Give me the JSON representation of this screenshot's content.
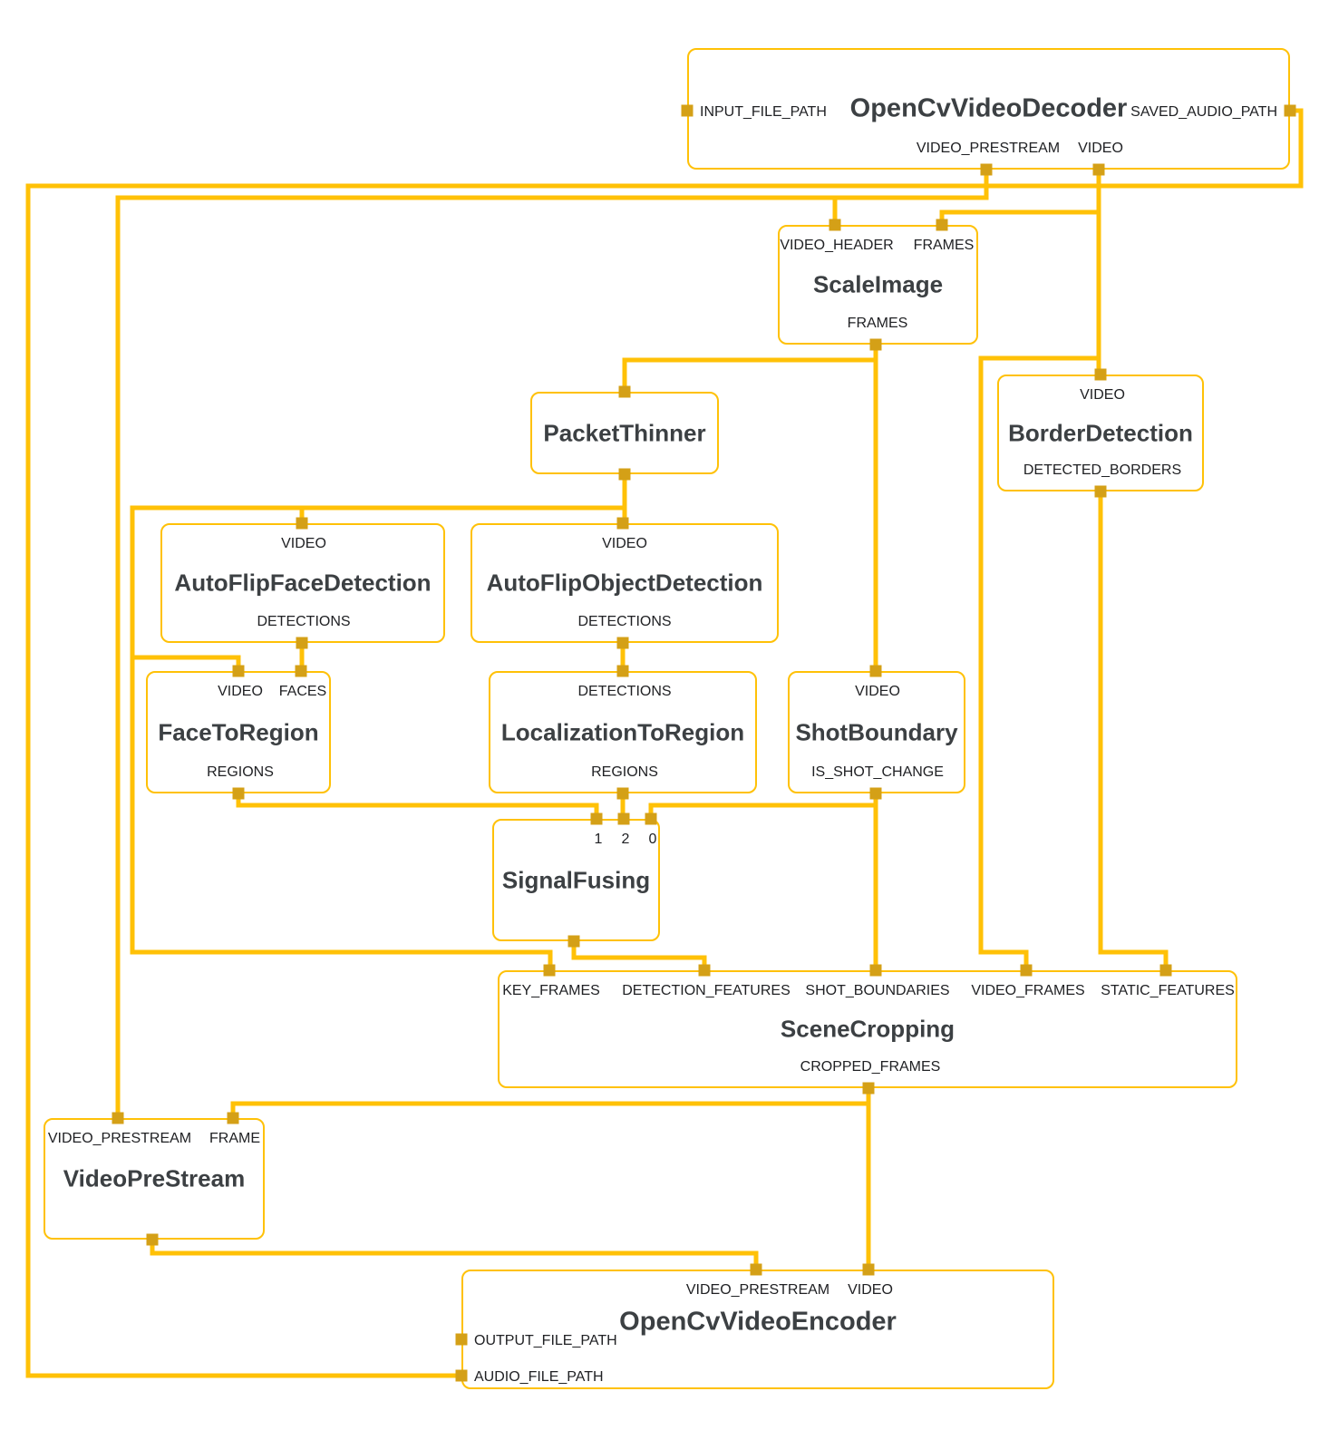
{
  "colors": {
    "wire": "#FFC107",
    "port": "#D4A017",
    "node_border": "#FFC107",
    "node_background": "#FFFFFF",
    "title_text": "#3C4043",
    "label_text": "#202124",
    "background": "#FFFFFF"
  },
  "nodes": [
    {
      "id": "opencv-video-decoder",
      "title": "OpenCvVideoDecoder",
      "ports": [
        {
          "label": "INPUT_FILE_PATH",
          "side": "left"
        },
        {
          "label": "SAVED_AUDIO_PATH",
          "side": "right"
        },
        {
          "label": "VIDEO_PRESTREAM",
          "side": "bottom"
        },
        {
          "label": "VIDEO",
          "side": "bottom"
        }
      ]
    },
    {
      "id": "scale-image",
      "title": "ScaleImage",
      "ports": [
        {
          "label": "VIDEO_HEADER",
          "side": "top"
        },
        {
          "label": "FRAMES",
          "side": "top"
        },
        {
          "label": "FRAMES",
          "side": "bottom"
        }
      ]
    },
    {
      "id": "packet-thinner",
      "title": "PacketThinner",
      "ports": [
        {
          "label": "",
          "side": "top"
        },
        {
          "label": "",
          "side": "bottom"
        }
      ]
    },
    {
      "id": "border-detection",
      "title": "BorderDetection",
      "ports": [
        {
          "label": "VIDEO",
          "side": "top"
        },
        {
          "label": "DETECTED_BORDERS",
          "side": "bottom"
        }
      ]
    },
    {
      "id": "autoflip-face-detection",
      "title": "AutoFlipFaceDetection",
      "ports": [
        {
          "label": "VIDEO",
          "side": "top"
        },
        {
          "label": "DETECTIONS",
          "side": "bottom"
        }
      ]
    },
    {
      "id": "autoflip-object-detection",
      "title": "AutoFlipObjectDetection",
      "ports": [
        {
          "label": "VIDEO",
          "side": "top"
        },
        {
          "label": "DETECTIONS",
          "side": "bottom"
        }
      ]
    },
    {
      "id": "face-to-region",
      "title": "FaceToRegion",
      "ports": [
        {
          "label": "VIDEO",
          "side": "top"
        },
        {
          "label": "FACES",
          "side": "top"
        },
        {
          "label": "REGIONS",
          "side": "bottom"
        }
      ]
    },
    {
      "id": "localization-to-region",
      "title": "LocalizationToRegion",
      "ports": [
        {
          "label": "DETECTIONS",
          "side": "top"
        },
        {
          "label": "REGIONS",
          "side": "bottom"
        }
      ]
    },
    {
      "id": "shot-boundary",
      "title": "ShotBoundary",
      "ports": [
        {
          "label": "VIDEO",
          "side": "top"
        },
        {
          "label": "IS_SHOT_CHANGE",
          "side": "bottom"
        }
      ]
    },
    {
      "id": "signal-fusing",
      "title": "SignalFusing",
      "ports": [
        {
          "label": "1",
          "side": "top"
        },
        {
          "label": "2",
          "side": "top"
        },
        {
          "label": "0",
          "side": "top"
        },
        {
          "label": "",
          "side": "bottom"
        }
      ]
    },
    {
      "id": "scene-cropping",
      "title": "SceneCropping",
      "ports": [
        {
          "label": "KEY_FRAMES",
          "side": "top"
        },
        {
          "label": "DETECTION_FEATURES",
          "side": "top"
        },
        {
          "label": "SHOT_BOUNDARIES",
          "side": "top"
        },
        {
          "label": "VIDEO_FRAMES",
          "side": "top"
        },
        {
          "label": "STATIC_FEATURES",
          "side": "top"
        },
        {
          "label": "CROPPED_FRAMES",
          "side": "bottom"
        }
      ]
    },
    {
      "id": "video-pre-stream",
      "title": "VideoPreStream",
      "ports": [
        {
          "label": "VIDEO_PRESTREAM",
          "side": "top"
        },
        {
          "label": "FRAME",
          "side": "top"
        },
        {
          "label": "",
          "side": "bottom"
        }
      ]
    },
    {
      "id": "opencv-video-encoder",
      "title": "OpenCvVideoEncoder",
      "ports": [
        {
          "label": "VIDEO_PRESTREAM",
          "side": "top"
        },
        {
          "label": "VIDEO",
          "side": "top"
        },
        {
          "label": "OUTPUT_FILE_PATH",
          "side": "left"
        },
        {
          "label": "AUDIO_FILE_PATH",
          "side": "left"
        }
      ]
    }
  ],
  "edges": [
    {
      "name": "edge-saved-audio-path",
      "from": "OpenCvVideoDecoder.SAVED_AUDIO_PATH",
      "to": "OpenCvVideoEncoder.AUDIO_FILE_PATH"
    },
    {
      "name": "edge-video-prestream-to-videoprestream",
      "from": "OpenCvVideoDecoder.VIDEO_PRESTREAM",
      "to": "VideoPreStream.VIDEO_PRESTREAM"
    },
    {
      "name": "edge-video-prestream-to-scaleimage",
      "from": "OpenCvVideoDecoder.VIDEO_PRESTREAM",
      "to": "ScaleImage.VIDEO_HEADER"
    },
    {
      "name": "edge-video-to-borderdetection",
      "from": "OpenCvVideoDecoder.VIDEO",
      "to": "BorderDetection.VIDEO"
    },
    {
      "name": "edge-video-to-scaleimage-frames",
      "from": "OpenCvVideoDecoder.VIDEO",
      "to": "ScaleImage.FRAMES"
    },
    {
      "name": "edge-video-to-scenecropping-video-frames",
      "from": "OpenCvVideoDecoder.VIDEO",
      "to": "SceneCropping.VIDEO_FRAMES"
    },
    {
      "name": "edge-frames-to-shotboundary",
      "from": "ScaleImage.FRAMES",
      "to": "ShotBoundary.VIDEO"
    },
    {
      "name": "edge-frames-to-packetthinner",
      "from": "ScaleImage.FRAMES",
      "to": "PacketThinner"
    },
    {
      "name": "edge-thinned-to-key-frames",
      "from": "PacketThinner",
      "to": "SceneCropping.KEY_FRAMES"
    },
    {
      "name": "edge-thinned-to-facedetection",
      "from": "PacketThinner",
      "to": "AutoFlipFaceDetection.VIDEO"
    },
    {
      "name": "edge-thinned-to-objectdetection",
      "from": "PacketThinner",
      "to": "AutoFlipObjectDetection.VIDEO"
    },
    {
      "name": "edge-thinned-to-facetoregion",
      "from": "PacketThinner",
      "to": "FaceToRegion.VIDEO"
    },
    {
      "name": "edge-facedetections-to-faces",
      "from": "AutoFlipFaceDetection.DETECTIONS",
      "to": "FaceToRegion.FACES"
    },
    {
      "name": "edge-objectdetections-to-localization",
      "from": "AutoFlipObjectDetection.DETECTIONS",
      "to": "LocalizationToRegion.DETECTIONS"
    },
    {
      "name": "edge-face-regions-to-signalfusing-1",
      "from": "FaceToRegion.REGIONS",
      "to": "SignalFusing.1"
    },
    {
      "name": "edge-object-regions-to-signalfusing-2",
      "from": "LocalizationToRegion.REGIONS",
      "to": "SignalFusing.2"
    },
    {
      "name": "edge-shot-change-to-scenecropping",
      "from": "ShotBoundary.IS_SHOT_CHANGE",
      "to": "SceneCropping.SHOT_BOUNDARIES"
    },
    {
      "name": "edge-shot-change-to-signalfusing-0",
      "from": "ShotBoundary.IS_SHOT_CHANGE",
      "to": "SignalFusing.0"
    },
    {
      "name": "edge-borders-to-static-features",
      "from": "BorderDetection.DETECTED_BORDERS",
      "to": "SceneCropping.STATIC_FEATURES"
    },
    {
      "name": "edge-fused-to-detection-features",
      "from": "SignalFusing",
      "to": "SceneCropping.DETECTION_FEATURES"
    },
    {
      "name": "edge-cropped-to-encoder-video",
      "from": "SceneCropping.CROPPED_FRAMES",
      "to": "OpenCvVideoEncoder.VIDEO"
    },
    {
      "name": "edge-cropped-to-videoprestream-frame",
      "from": "SceneCropping.CROPPED_FRAMES",
      "to": "VideoPreStream.FRAME"
    },
    {
      "name": "edge-videoprestream-to-encoder",
      "from": "VideoPreStream",
      "to": "OpenCvVideoEncoder.VIDEO_PRESTREAM"
    }
  ]
}
